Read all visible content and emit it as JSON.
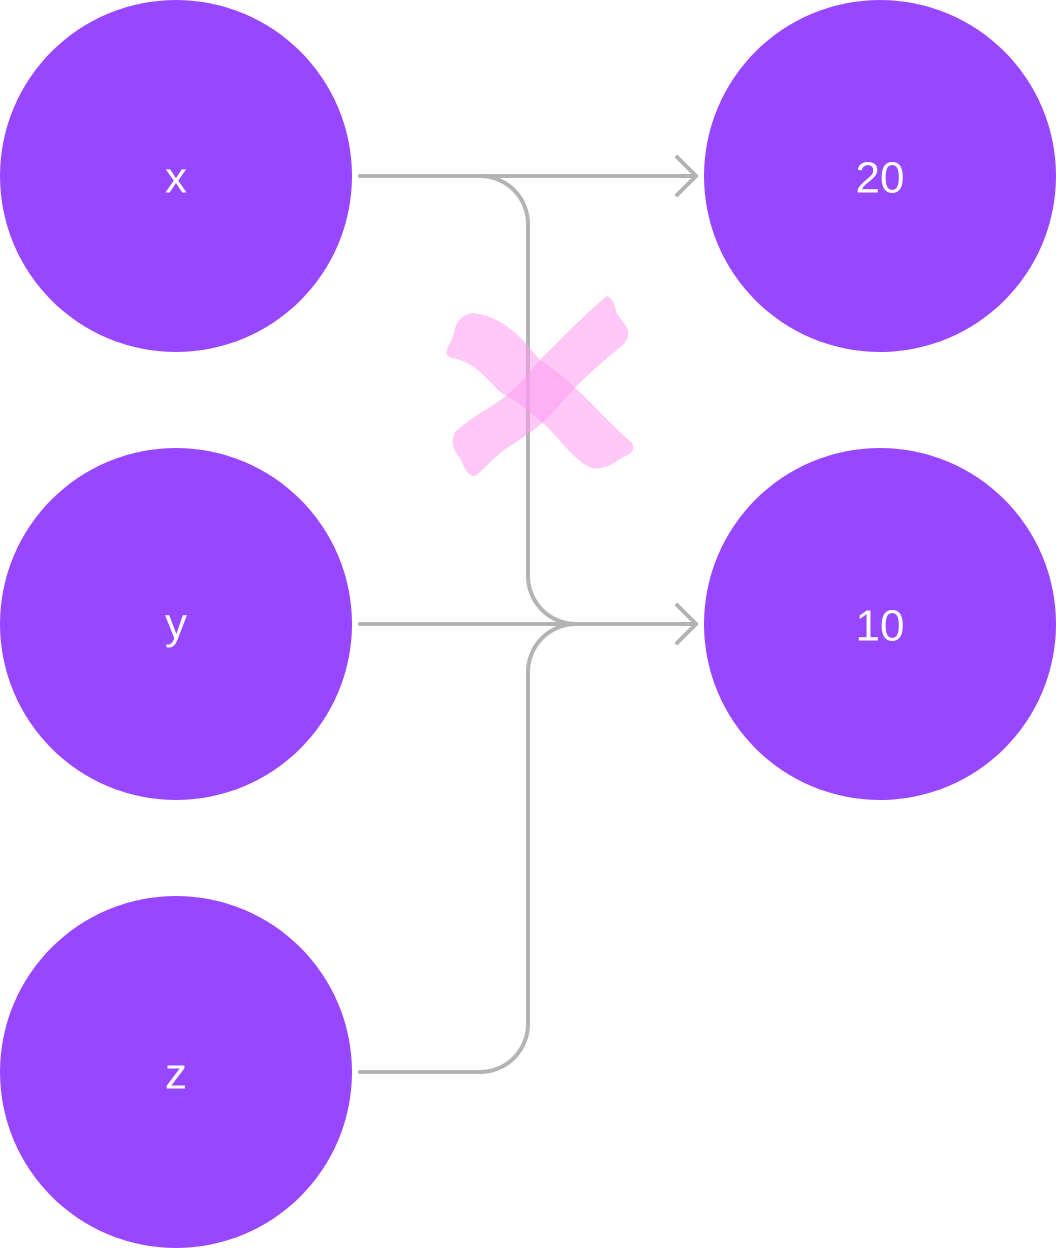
{
  "diagram": {
    "colors": {
      "node_fill": "#9747FF",
      "node_text": "#FFFFFF",
      "edge": "#B3B3B3",
      "cross_mark": "#FF9AF0"
    },
    "nodes": {
      "x": {
        "label": "x"
      },
      "y": {
        "label": "y"
      },
      "z": {
        "label": "z"
      },
      "v20": {
        "label": "20"
      },
      "v10": {
        "label": "10"
      }
    },
    "edges": [
      {
        "from": "x",
        "to": "v20"
      },
      {
        "from": "x",
        "to": "v10",
        "crossed_out": true
      },
      {
        "from": "y",
        "to": "v10"
      },
      {
        "from": "z",
        "to": "v10"
      }
    ],
    "cross_mark_icon": "x-mark-icon"
  }
}
